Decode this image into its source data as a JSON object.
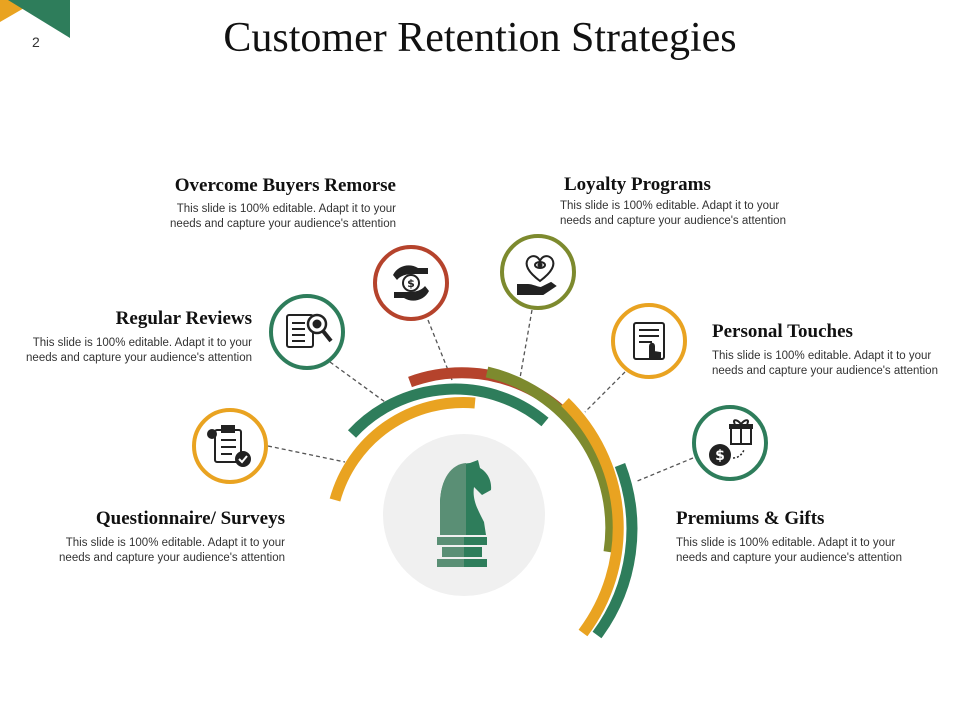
{
  "slide": {
    "number": "2",
    "title": "Customer Retention Strategies"
  },
  "colors": {
    "green": "#2e7d5b",
    "orange": "#e9a321",
    "red": "#b5432c",
    "olive": "#7d8a2e",
    "circle_bg": "#f0f0f0"
  },
  "items": [
    {
      "id": "questionnaire",
      "title": "Questionnaire/ Surveys",
      "desc": "This slide is 100% editable. Adapt it to your\nneeds and capture your audience's attention",
      "icon": "clipboard-checklist-icon",
      "ring_color": "orange"
    },
    {
      "id": "regular-reviews",
      "title": "Regular Reviews",
      "desc": "This slide is 100% editable. Adapt it to your\nneeds and capture your audience's attention",
      "icon": "document-magnifier-icon",
      "ring_color": "green"
    },
    {
      "id": "overcome-remorse",
      "title": "Overcome Buyers Remorse",
      "desc": "This slide is 100% editable. Adapt it to your\nneeds and capture your audience's attention",
      "icon": "money-exchange-hands-icon",
      "ring_color": "red"
    },
    {
      "id": "loyalty",
      "title": "Loyalty Programs",
      "desc": "This slide is 100% editable. Adapt it to your\nneeds and capture your audience's attention",
      "icon": "heart-in-hand-icon",
      "ring_color": "olive"
    },
    {
      "id": "personal-touches",
      "title": "Personal Touches",
      "desc": "This slide is 100% editable. Adapt it to your\nneeds and capture your audience's attention",
      "icon": "touch-document-icon",
      "ring_color": "orange"
    },
    {
      "id": "premiums",
      "title": "Premiums & Gifts",
      "desc": "This slide is 100% editable. Adapt it to your\nneeds and capture your audience's attention",
      "icon": "gift-dollar-icon",
      "ring_color": "green"
    }
  ],
  "center_icon": "chess-knight-icon"
}
